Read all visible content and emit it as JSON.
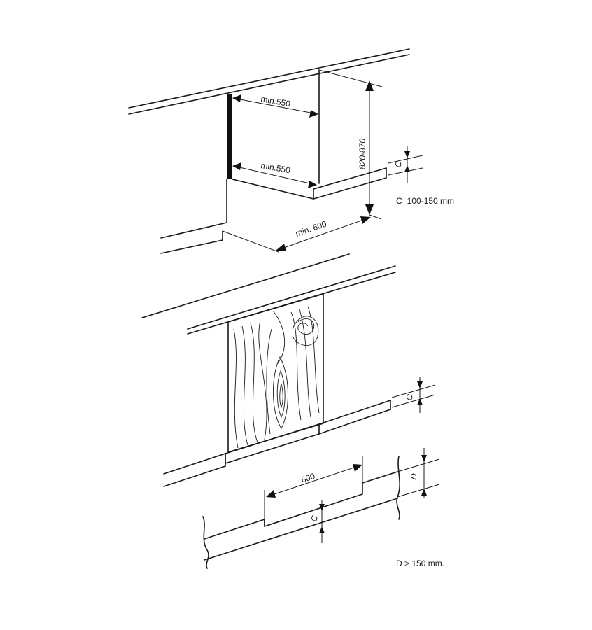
{
  "labels": {
    "top_width_upper": "min.550",
    "top_width_lower": "min.550",
    "height_range": "820-870",
    "depth": "min. 600",
    "c_top": "C",
    "c_formula": "C=100-150 mm",
    "c_middle": "C",
    "width_bottom": "600",
    "c_bottom": "C",
    "d_bottom": "D",
    "d_formula": "D > 150 mm."
  },
  "colors": {
    "line": "#1a1a1a",
    "background": "#ffffff",
    "wall_strip": "#111111"
  }
}
